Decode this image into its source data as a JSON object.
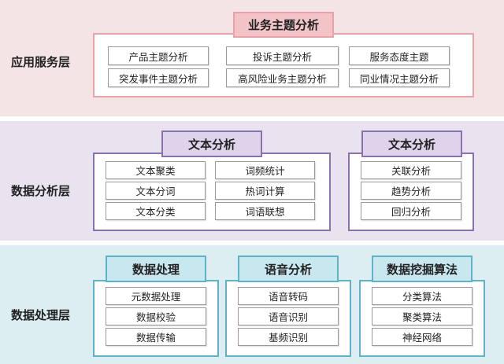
{
  "colors": {
    "app_bg": "#f5e4e6",
    "app_border": "#e8a3a9",
    "app_head_bg": "#f2c3c7",
    "ana_bg": "#e9e3f0",
    "ana_border": "#8a73ad",
    "ana_head_bg": "#ded3ea",
    "proc_bg": "#ddeef3",
    "proc_border": "#5fb3c8",
    "proc_head_bg": "#c9e7ef"
  },
  "app_layer": {
    "label": "应用服务层",
    "header": "业务主题分析",
    "items": [
      "产品主题分析",
      "投诉主题分析",
      "服务态度主题",
      "突发事件主题分析",
      "高风险业务主题分析",
      "同业情况主题分析"
    ]
  },
  "analysis_layer": {
    "label": "数据分析层",
    "text_group_1": {
      "header": "文本分析",
      "items": [
        "文本聚类",
        "词频统计",
        "文本分词",
        "热词计算",
        "文本分类",
        "词语联想"
      ]
    },
    "text_group_2": {
      "header": "文本分析",
      "items": [
        "关联分析",
        "趋势分析",
        "回归分析"
      ]
    }
  },
  "processing_layer": {
    "label": "数据处理层",
    "data_processing": {
      "header": "数据处理",
      "items": [
        "元数据处理",
        "数据校验",
        "数据传输"
      ]
    },
    "speech_analysis": {
      "header": "语音分析",
      "items": [
        "语音转码",
        "语音识别",
        "基频识别"
      ]
    },
    "data_mining": {
      "header": "数据挖掘算法",
      "items": [
        "分类算法",
        "聚类算法",
        "神经网络"
      ]
    }
  }
}
